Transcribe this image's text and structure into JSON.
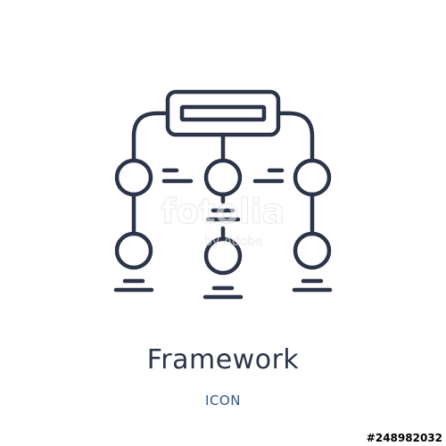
{
  "icon": {
    "name": "framework-icon",
    "stroke_color": "#2b3448"
  },
  "caption": {
    "title": "Framework",
    "subtitle": "ICON"
  },
  "watermark": {
    "brand": "fotolia",
    "by_line": "by Adobe"
  },
  "stock_id": "#248982032",
  "colors": {
    "icon": "#2b3448",
    "subtitle": "#2f5a8c",
    "background": "#ffffff"
  }
}
